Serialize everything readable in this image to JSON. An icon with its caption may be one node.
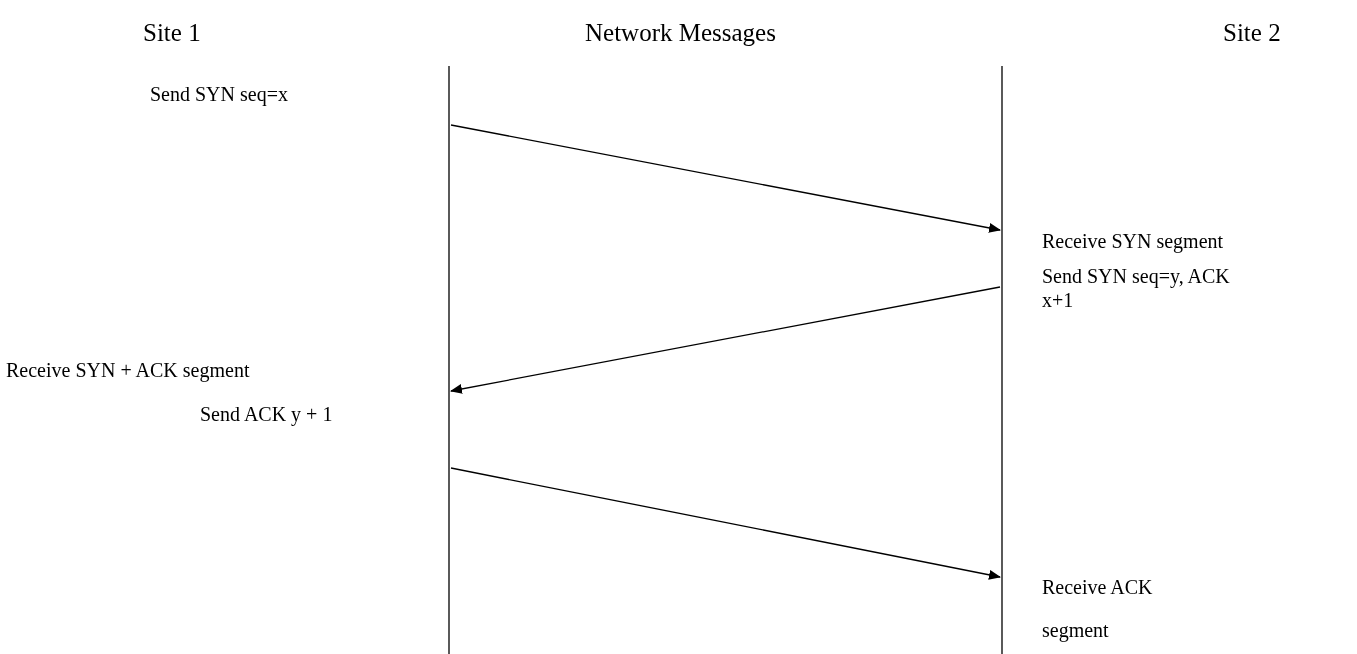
{
  "diagram": {
    "nodes": [
      {
        "text": [],
        "shape": "line"
      },
      {
        "text": [],
        "shape": "line"
      }
    ],
    "edges": [
      {
        "from": 0,
        "to": 1,
        "arrow": "to"
      },
      {
        "from": 1,
        "to": 0,
        "arrow": "to"
      },
      {
        "from": 0,
        "to": 1,
        "arrow": "to"
      }
    ],
    "labels": [
      "Site 1",
      "Network Messages",
      "Site 2",
      "Send SYN seq=x",
      "Receive SYN segment",
      "Send SYN seq=y, ACK x+1",
      "Receive SYN + ACK segment",
      "Send ACK y + 1",
      "Receive ACK segment"
    ]
  }
}
